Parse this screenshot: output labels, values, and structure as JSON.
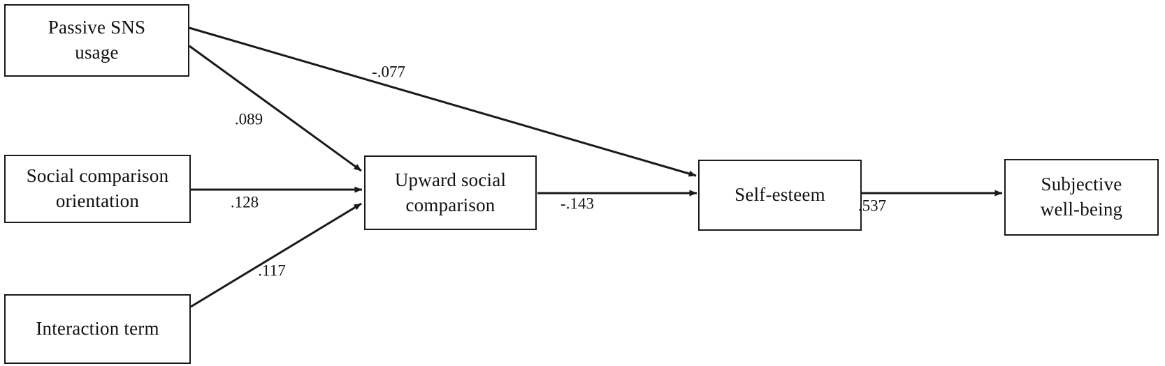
{
  "figure": {
    "type": "path-diagram",
    "background_color": "#ffffff",
    "line_color": "#1a1a1a",
    "text_color": "#111111"
  },
  "nodes": [
    {
      "id": "passive-sns-usage",
      "label": "Passive SNS\nusage"
    },
    {
      "id": "social-comparison-orientation",
      "label": "Social comparison\norientation"
    },
    {
      "id": "interaction-term",
      "label": "Interaction term"
    },
    {
      "id": "upward-social-comparison",
      "label": "Upward social\ncomparison"
    },
    {
      "id": "self-esteem",
      "label": "Self-esteem"
    },
    {
      "id": "subjective-well-being",
      "label": "Subjective\nwell-being"
    }
  ],
  "paths": [
    {
      "id": "passive-to-self-esteem",
      "from": "passive-sns-usage",
      "to": "self-esteem",
      "coefficient": "-.077"
    },
    {
      "id": "passive-to-upward",
      "from": "passive-sns-usage",
      "to": "upward-social-comparison",
      "coefficient": ".089"
    },
    {
      "id": "sco-to-upward",
      "from": "social-comparison-orientation",
      "to": "upward-social-comparison",
      "coefficient": ".128"
    },
    {
      "id": "interaction-to-upward",
      "from": "interaction-term",
      "to": "upward-social-comparison",
      "coefficient": ".117"
    },
    {
      "id": "upward-to-self-esteem",
      "from": "upward-social-comparison",
      "to": "self-esteem",
      "coefficient": "-.143"
    },
    {
      "id": "self-esteem-to-swb",
      "from": "self-esteem",
      "to": "subjective-well-being",
      "coefficient": ".537"
    }
  ]
}
